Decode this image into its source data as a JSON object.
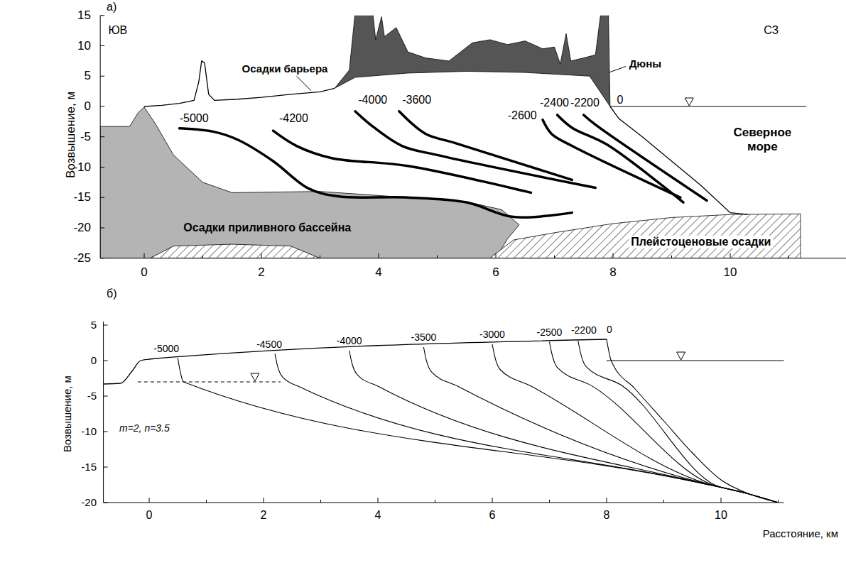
{
  "diagram": {
    "labels": [
      "а)",
      "Возвышение, м",
      "15",
      "10",
      "5",
      "0",
      "-5",
      "-10",
      "-15",
      "-20",
      "-25",
      "0",
      "2",
      "4",
      "6",
      "8",
      "10",
      "ЮВ",
      "СЗ",
      "Осадки барьера",
      "Дюны",
      "Северное море",
      "-5000",
      "-4200",
      "-4000",
      "-3600",
      "-2600",
      "-2400",
      "-2200",
      "0",
      "Осадки приливного бассейна",
      "Плейстоценовые осадки",
      "б)",
      "Возвышение, м",
      "5",
      "0",
      "-5",
      "-10",
      "-15",
      "-20",
      "0",
      "2",
      "4",
      "6",
      "8",
      "10",
      "Расстояние, км",
      "m=2, n=3.5",
      "-5000",
      "-4500",
      "-4000",
      "-3500",
      "-3000",
      "-2500",
      "-2200",
      "0"
    ]
  }
}
